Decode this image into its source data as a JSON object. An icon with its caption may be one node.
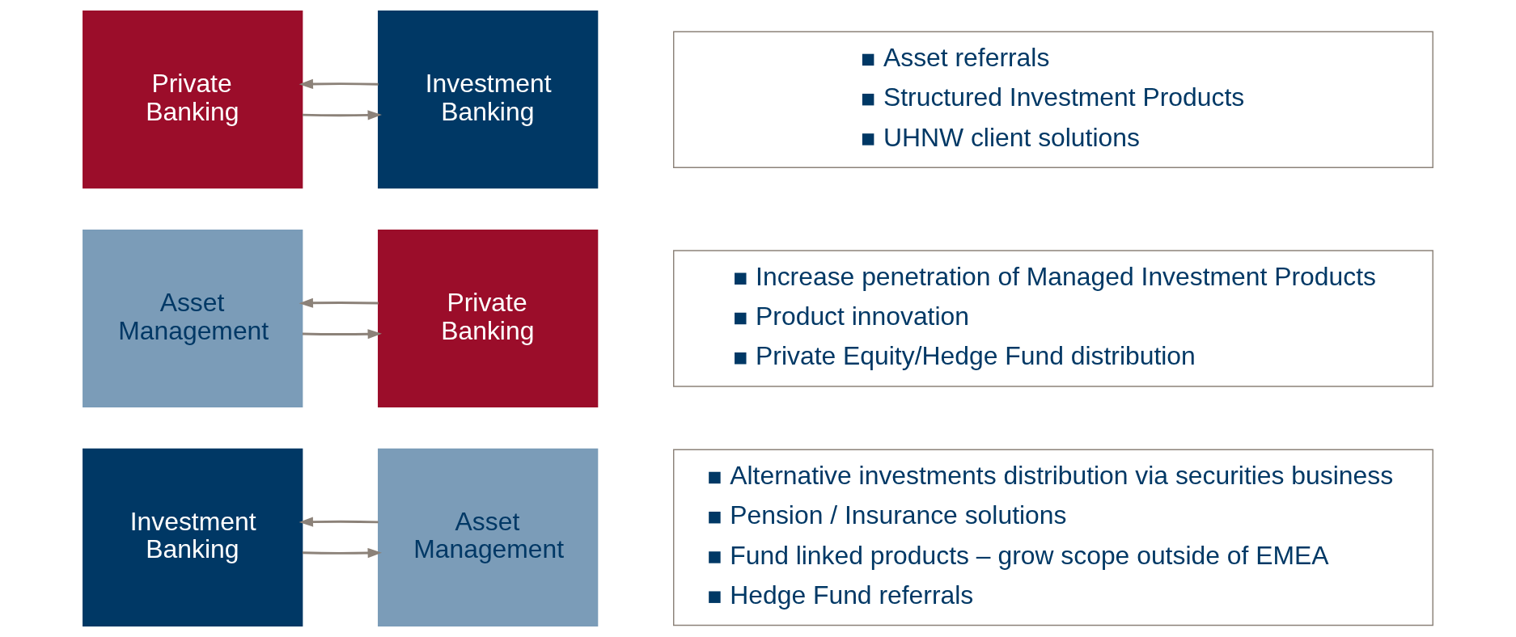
{
  "diagram": {
    "nodes": [
      {
        "text": [
          "Private Banking"
        ]
      },
      {
        "text": [
          "Investment Banking"
        ]
      },
      {
        "text": [
          "Asset referrals",
          "Structured Investment Products",
          "UHNW client solutions"
        ]
      },
      {
        "text": [
          "Asset Management"
        ]
      },
      {
        "text": [
          "Private Banking"
        ]
      },
      {
        "text": [
          "Increase penetration of Managed Investment Products",
          "Product innovation",
          "Private Equity/Hedge Fund distribution"
        ]
      },
      {
        "text": [
          "Investment Banking"
        ]
      },
      {
        "text": [
          "Asset Management"
        ]
      },
      {
        "text": [
          "Alternative investments distribution via securities business",
          "Pension / Insurance solutions",
          "Fund linked products – grow scope outside of EMEA",
          "Hedge Fund referrals"
        ]
      }
    ],
    "edges": [
      {
        "from": 0,
        "to": 1,
        "arrow": "to"
      },
      {
        "from": 1,
        "to": 0,
        "arrow": "to"
      },
      {
        "from": 3,
        "to": 4,
        "arrow": "to"
      },
      {
        "from": 4,
        "to": 3,
        "arrow": "to"
      },
      {
        "from": 6,
        "to": 7,
        "arrow": "to"
      },
      {
        "from": 7,
        "to": 6,
        "arrow": "to"
      }
    ]
  }
}
